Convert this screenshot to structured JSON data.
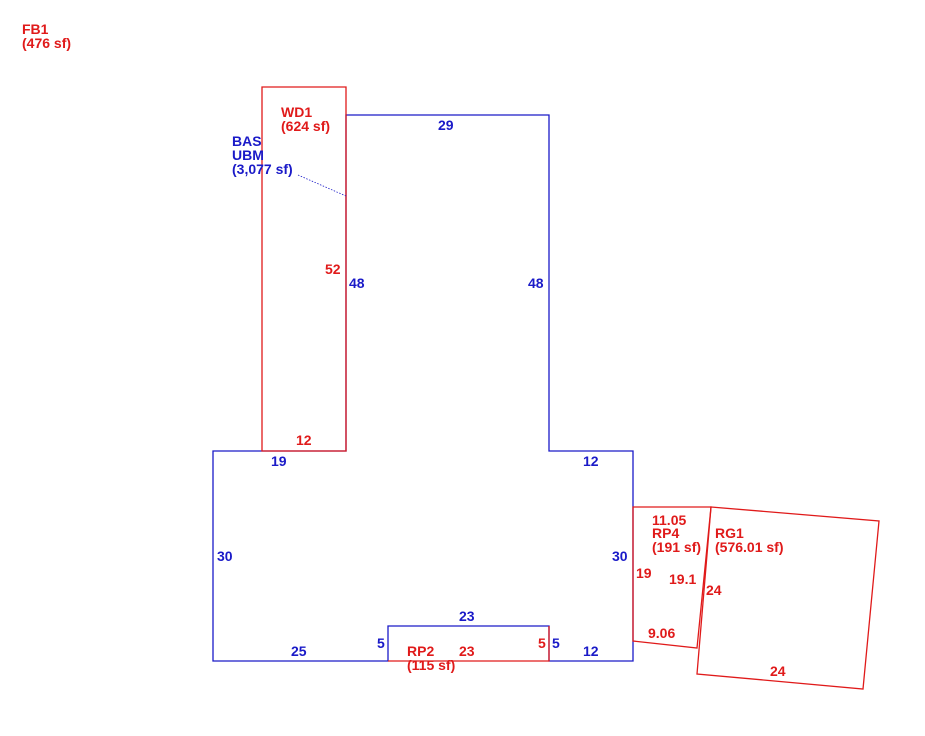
{
  "colors": {
    "primary": "#1a1ac8",
    "secondary": "#e01a1a"
  },
  "areas": {
    "fb1": {
      "name": "FB1",
      "size": "(476 sf)"
    },
    "wd1": {
      "name": "WD1",
      "size": "(624 sf)"
    },
    "bas": {
      "name": "BAS",
      "name2": "UBM",
      "size": "(3,077 sf)"
    },
    "rp2": {
      "name": "RP2",
      "size": "(115 sf)"
    },
    "rp4": {
      "name": "RP4",
      "size": "(191 sf)"
    },
    "rg1": {
      "name": "RG1",
      "size": "(576.01 sf)"
    }
  },
  "dimensions": {
    "bas_top": "29",
    "bas_left_wing": "48",
    "bas_right_wing": "48",
    "bas_left_step": "19",
    "bas_right_step": "12",
    "bas_left": "30",
    "bas_right": "30",
    "bas_bottom_left": "25",
    "bas_bottom_right": "12",
    "bas_notch_top": "23",
    "bas_notch_left": "5",
    "bas_notch_right": "5",
    "wd1_side": "52",
    "wd1_bottom": "12",
    "rp2_bottom": "23",
    "rp2_side": "5",
    "rp4_top": "11.05",
    "rp4_left": "19",
    "rp4_right": "19.1",
    "rp4_bottom": "9.06",
    "rg1_left": "24",
    "rg1_bottom": "24"
  }
}
